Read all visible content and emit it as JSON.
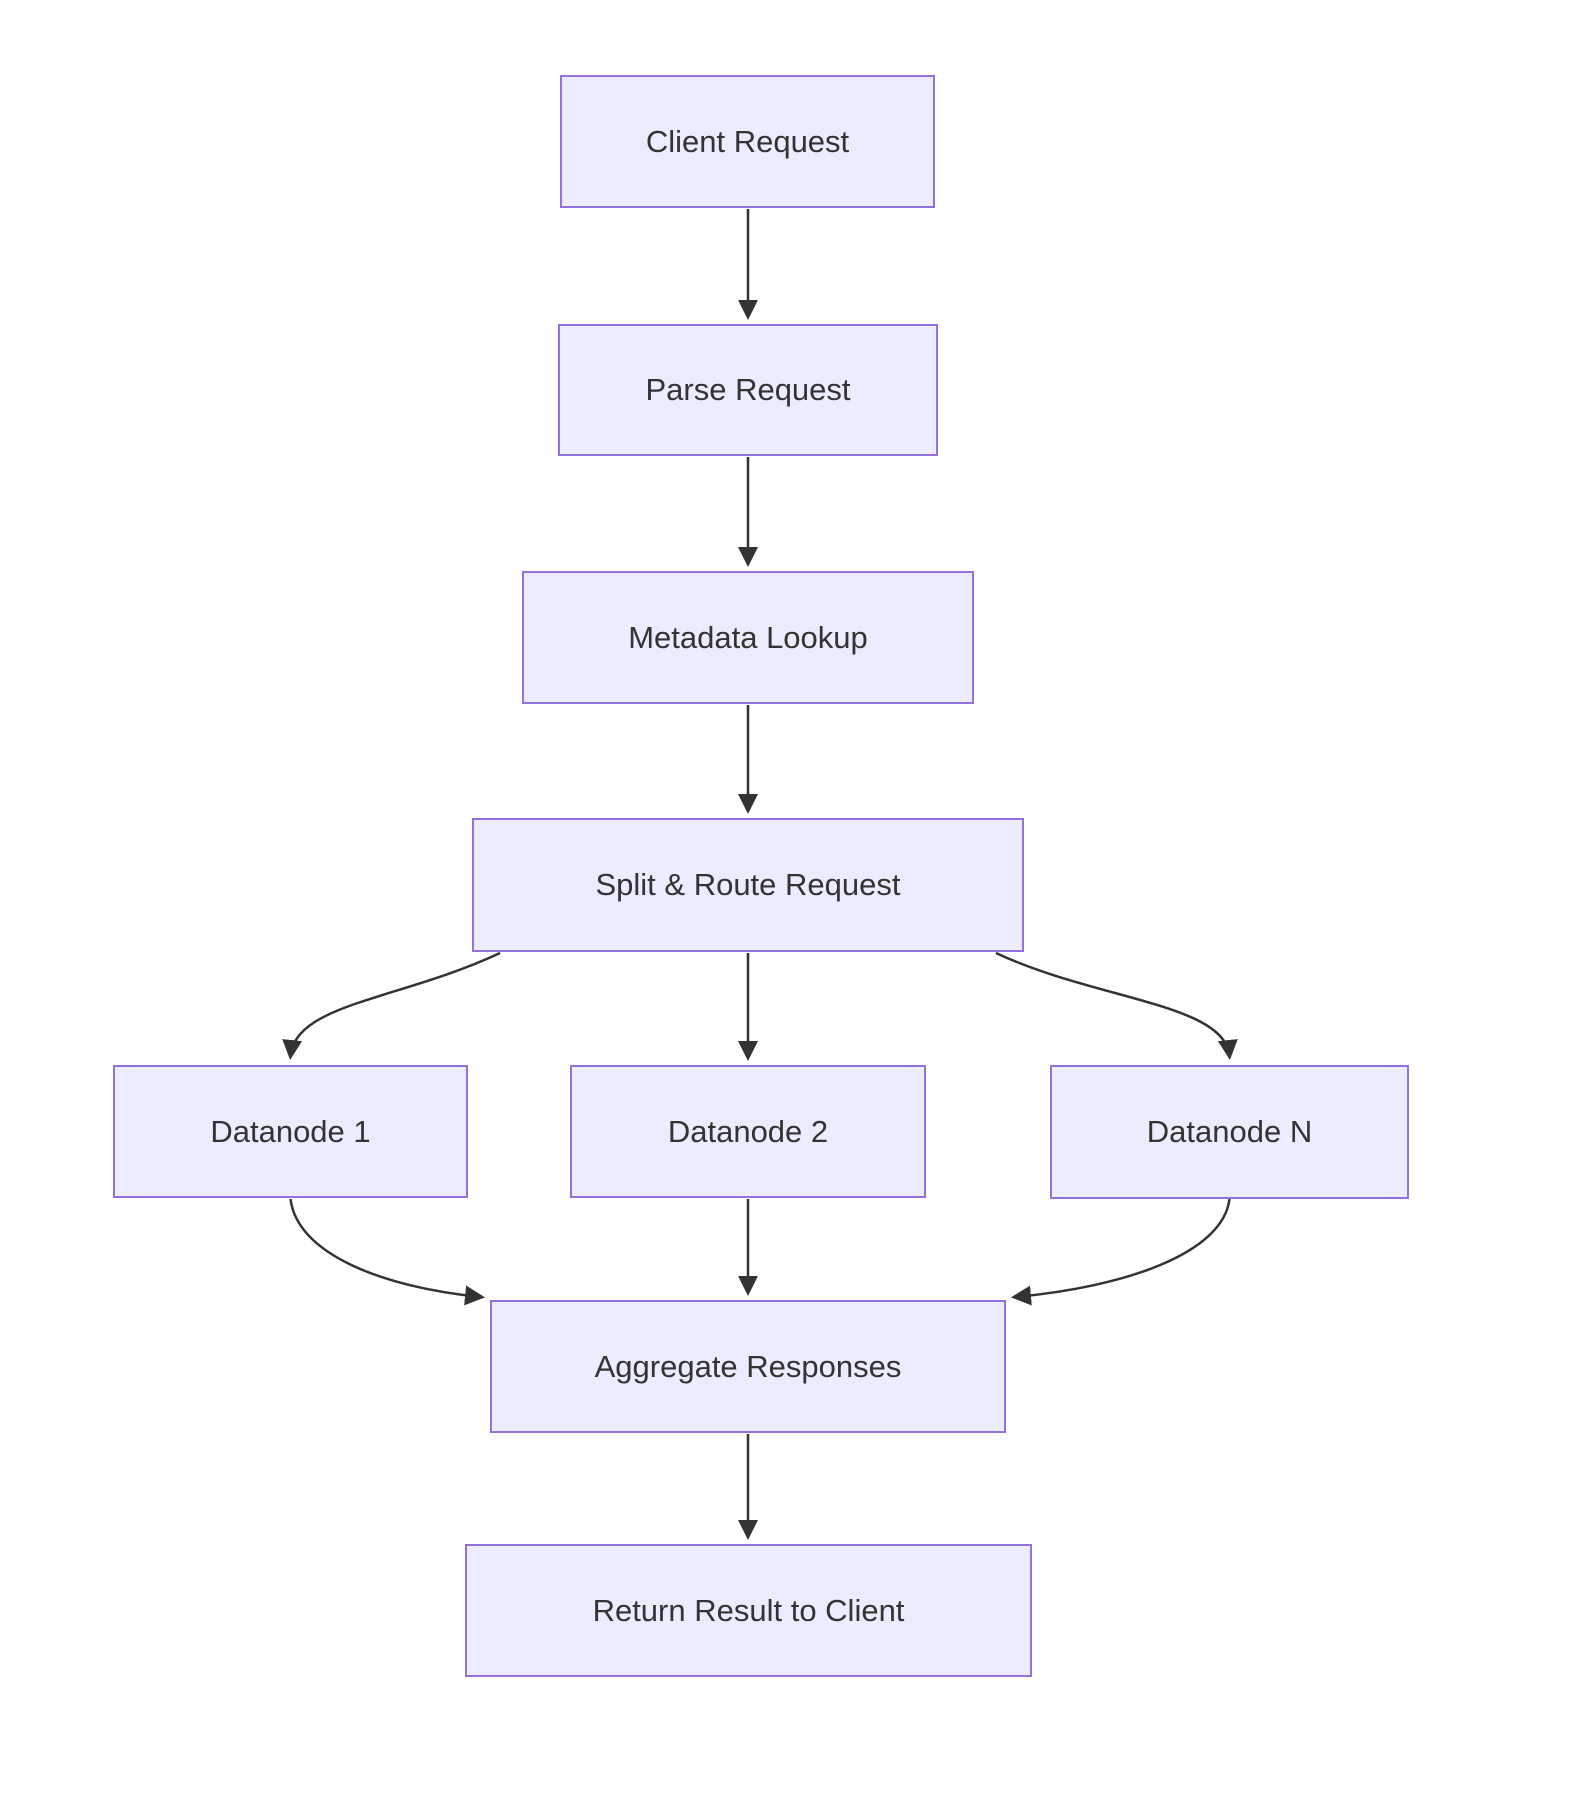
{
  "diagram": {
    "type": "flowchart-top-down",
    "nodes": {
      "client": {
        "label": "Client Request"
      },
      "parse": {
        "label": "Parse Request"
      },
      "metadata": {
        "label": "Metadata Lookup"
      },
      "split": {
        "label": "Split & Route Request"
      },
      "datanode1": {
        "label": "Datanode 1"
      },
      "datanode2": {
        "label": "Datanode 2"
      },
      "datanodeN": {
        "label": "Datanode N"
      },
      "aggregate": {
        "label": "Aggregate Responses"
      },
      "return": {
        "label": "Return Result to Client"
      }
    },
    "edges": [
      {
        "from": "Client Request",
        "to": "Parse Request"
      },
      {
        "from": "Parse Request",
        "to": "Metadata Lookup"
      },
      {
        "from": "Metadata Lookup",
        "to": "Split & Route Request"
      },
      {
        "from": "Split & Route Request",
        "to": "Datanode 1"
      },
      {
        "from": "Split & Route Request",
        "to": "Datanode 2"
      },
      {
        "from": "Split & Route Request",
        "to": "Datanode N"
      },
      {
        "from": "Datanode 1",
        "to": "Aggregate Responses"
      },
      {
        "from": "Datanode 2",
        "to": "Aggregate Responses"
      },
      {
        "from": "Datanode N",
        "to": "Aggregate Responses"
      },
      {
        "from": "Aggregate Responses",
        "to": "Return Result to Client"
      }
    ],
    "colors": {
      "node_fill": "#ECECFF",
      "node_border": "#9370DB",
      "text": "#333333",
      "edge": "#333333",
      "background": "#FFFFFF"
    }
  }
}
